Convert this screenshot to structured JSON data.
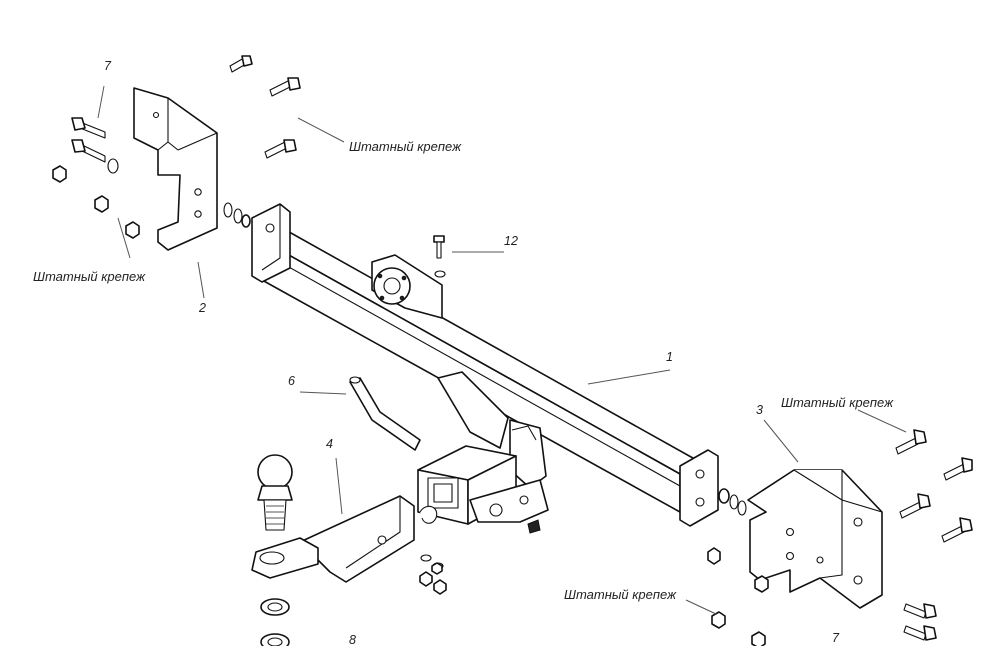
{
  "callouts": {
    "p1": "1",
    "p2": "2",
    "p3": "3",
    "p4": "4",
    "p6": "6",
    "p7_top": "7",
    "p7_bottom": "7",
    "p8": "8",
    "p12": "12"
  },
  "labels": {
    "stock_fasteners_top": "Штатный крепеж",
    "stock_fasteners_left": "Штатный крепеж",
    "stock_fasteners_right": "Штатный крепеж",
    "stock_fasteners_bottom": "Штатный крепеж"
  }
}
